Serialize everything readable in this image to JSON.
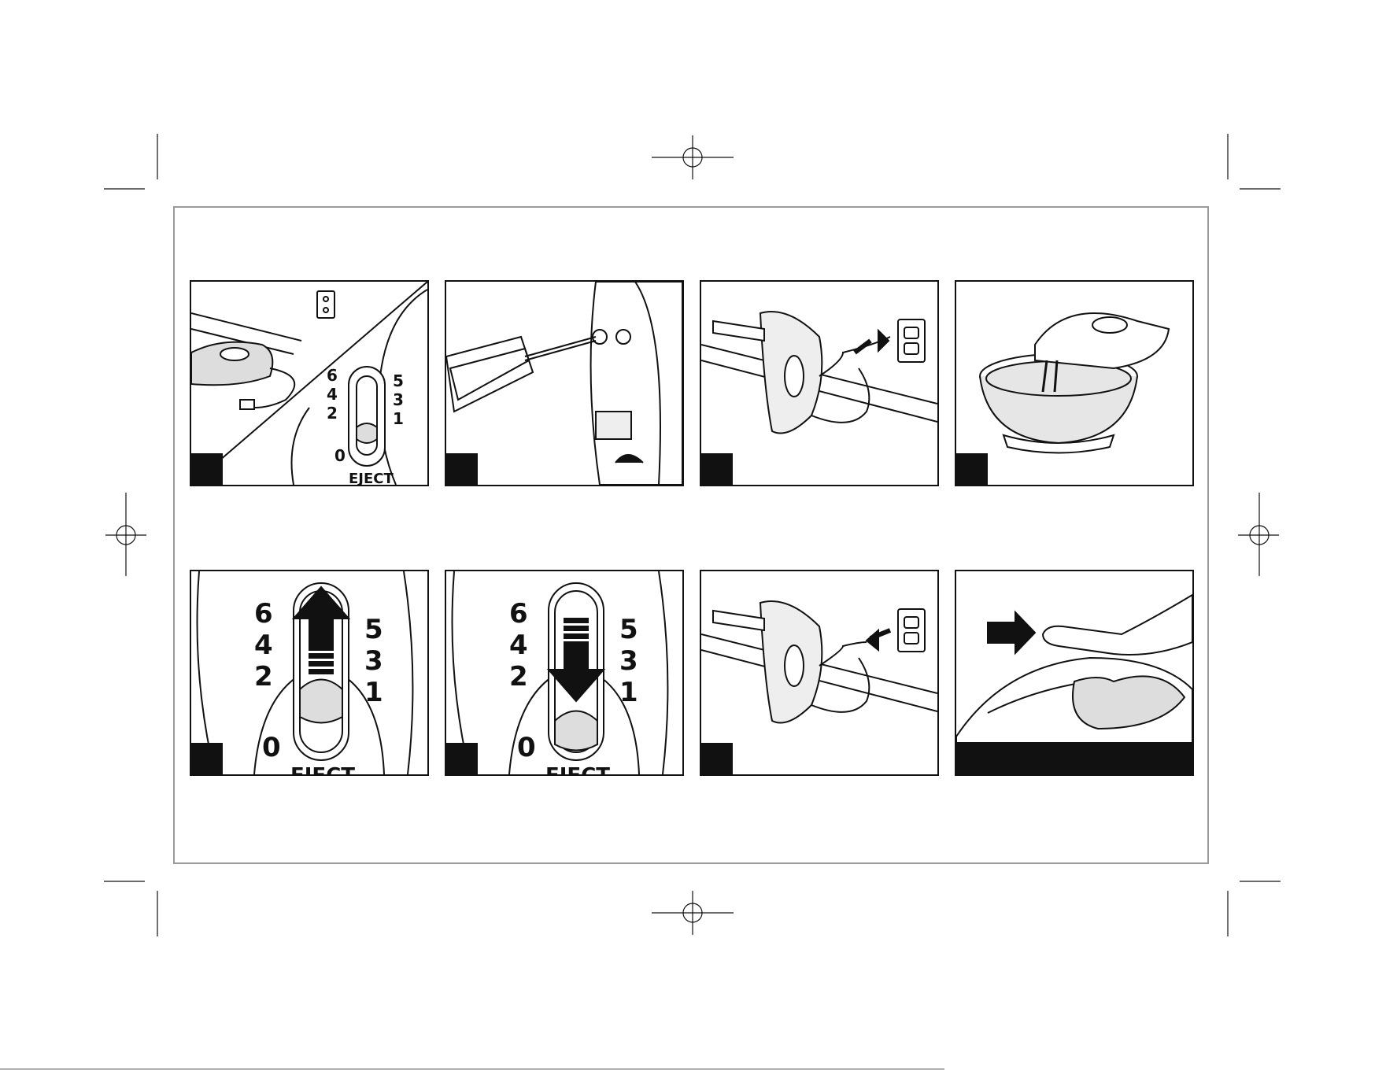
{
  "panels": [
    {
      "id": "p1",
      "step": "",
      "slider": {
        "left": [
          "6",
          "4",
          "2"
        ],
        "right": [
          "5",
          "3",
          "1"
        ],
        "bottom_left": "0",
        "eject_label": "EJECT"
      }
    },
    {
      "id": "p2",
      "step": ""
    },
    {
      "id": "p3",
      "step": ""
    },
    {
      "id": "p4",
      "step": ""
    },
    {
      "id": "p5",
      "step": "",
      "slider": {
        "left": [
          "6",
          "4",
          "2"
        ],
        "right": [
          "5",
          "3",
          "1"
        ],
        "bottom_left": "0",
        "eject_label": "EJECT"
      }
    },
    {
      "id": "p6",
      "step": "",
      "slider": {
        "left": [
          "6",
          "4",
          "2"
        ],
        "right": [
          "5",
          "3",
          "1"
        ],
        "bottom_left": "0",
        "eject_label": "EJECT"
      }
    },
    {
      "id": "p7",
      "step": ""
    },
    {
      "id": "p8",
      "caption": ""
    }
  ],
  "footer": {
    "text": ""
  },
  "colors": {
    "ink": "#111111",
    "frame": "#9a9a9a",
    "water": "#e6e6e6"
  }
}
